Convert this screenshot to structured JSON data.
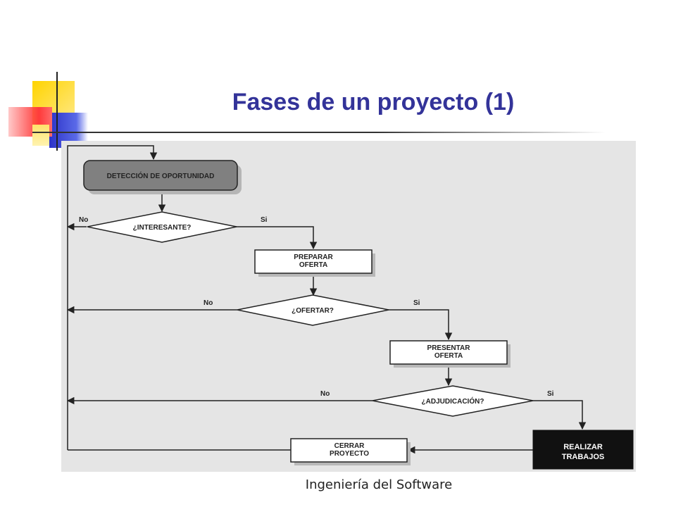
{
  "slide": {
    "title": "Fases de un proyecto (1)",
    "footer": "Ingeniería del Software"
  },
  "diagram": {
    "nodes": {
      "deteccion": "DETECCIÓN DE OPORTUNIDAD",
      "interesante": "¿INTERESANTE?",
      "preparar_1": "PREPARAR",
      "preparar_2": "OFERTA",
      "ofertar": "¿OFERTAR?",
      "presentar_1": "PRESENTAR",
      "presentar_2": "OFERTA",
      "adjudicacion": "¿ADJUDICACIÓN?",
      "realizar_1": "REALIZAR",
      "realizar_2": "TRABAJOS",
      "cerrar_1": "CERRAR",
      "cerrar_2": "PROYECTO"
    },
    "edges": {
      "no": "No",
      "si": "Si"
    },
    "colors": {
      "background": "#e5e5e5",
      "start_node": "#808080",
      "terminal_node": "#111111",
      "process_node": "#ffffff",
      "line": "#222222",
      "title": "#333399"
    }
  }
}
